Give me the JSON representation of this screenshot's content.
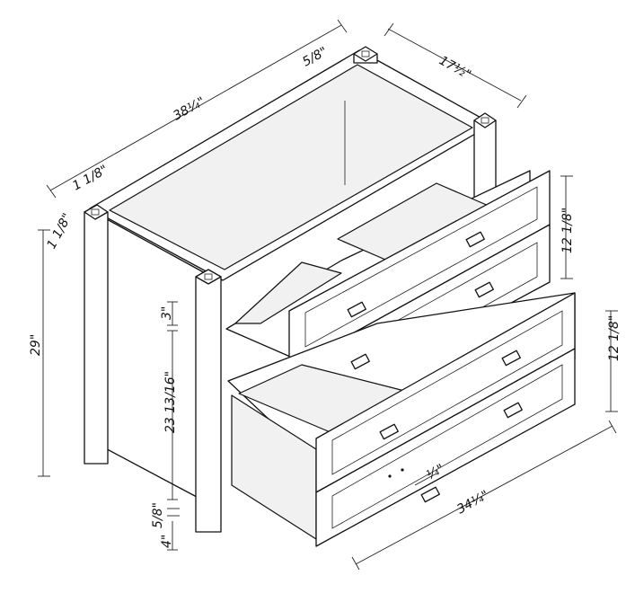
{
  "dimensions": {
    "overall_width": "38¼\"",
    "side_stile": "5/8\"",
    "overall_depth": "17½\"",
    "top_stile": "1 1/8\"",
    "leg_inset": "1 1/8\"",
    "overall_height": "29\"",
    "upper_drawer_height": "12 1/8\"",
    "lower_drawer_height": "12 1/8\"",
    "top_rail": "3\"",
    "opening_height": "23 13/16\"",
    "bottom_rail": "5/8\"",
    "toe_kick": "4\"",
    "drawer_box_width": "34¼\"",
    "pull_spacing": "¼\""
  }
}
